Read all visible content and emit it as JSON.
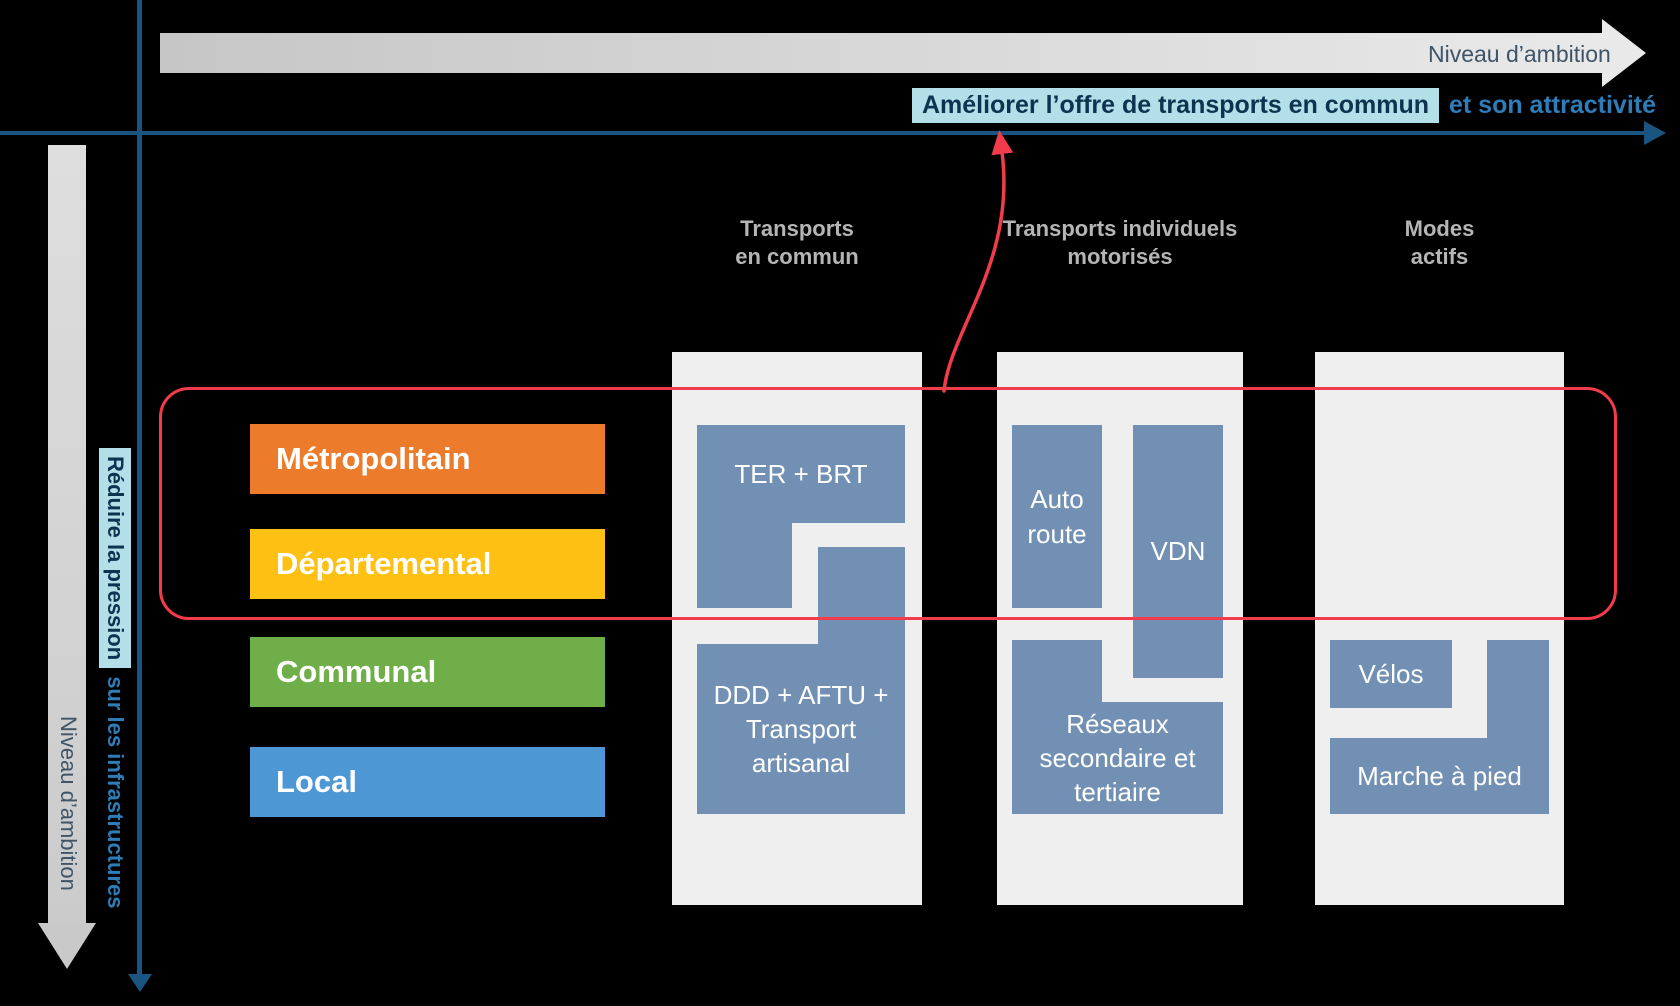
{
  "page": {
    "background": "#000000"
  },
  "palette": {
    "axis_blue": "#1a5480",
    "focus_red": "#f23c4c",
    "block_blue": "#7290b3",
    "column_bg": "#efefef",
    "highlight_bg": "#b3dfe8",
    "highlight_text": "#0d3350",
    "accent_text_blue": "#2e7cb8",
    "header_gray": "#b5b5b5",
    "muted_label": "#3f5468"
  },
  "axes": {
    "top_arrow": {
      "label": "Niveau d’ambition"
    },
    "left_arrow": {
      "label": "Niveau d’ambition"
    },
    "horizontal_caption": {
      "highlight": "Améliorer l’offre de transports en commun",
      "rest": "et son attractivité"
    },
    "vertical_caption": {
      "highlight": "Réduire la pression",
      "rest": "sur les infrastructures"
    }
  },
  "rows": [
    {
      "label": "Métropolitain",
      "color": "#ec7c2c"
    },
    {
      "label": "Départemental",
      "color": "#fdc013"
    },
    {
      "label": "Communal",
      "color": "#6fae48"
    },
    {
      "label": "Local",
      "color": "#4e97d5"
    }
  ],
  "columns": [
    {
      "header_line1": "Transports",
      "header_line2": "en commun"
    },
    {
      "header_line1": "Transports individuels",
      "header_line2": "motorisés"
    },
    {
      "header_line1": "Modes",
      "header_line2": "actifs"
    }
  ],
  "blocks": {
    "ter_brt": "TER + BRT",
    "ddd_aftu": "DDD + AFTU + Transport artisanal",
    "autoroute": "Auto route",
    "vdn": "VDN",
    "reseaux": "Réseaux secondaire et tertiaire",
    "velos": "Vélos",
    "marche": "Marche à pied"
  }
}
